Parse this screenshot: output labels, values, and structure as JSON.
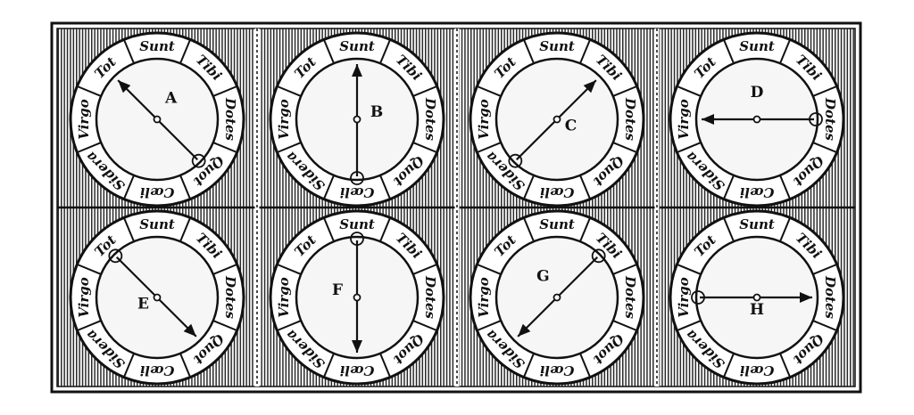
{
  "ring_words": [
    "Tot",
    "Sunt",
    "Tibi",
    "Dotes",
    "Quot",
    "Cœli",
    "Sidera",
    "Virgo"
  ],
  "dials": [
    {
      "letter": "A",
      "pointer_deg": -45,
      "arrow_at": "tip"
    },
    {
      "letter": "B",
      "pointer_deg": 0,
      "arrow_at": "tip"
    },
    {
      "letter": "C",
      "pointer_deg": 45,
      "arrow_at": "tip"
    },
    {
      "letter": "D",
      "pointer_deg": -90,
      "arrow_at": "tip"
    },
    {
      "letter": "E",
      "pointer_deg": 135,
      "arrow_at": "tip"
    },
    {
      "letter": "F",
      "pointer_deg": 180,
      "arrow_at": "tip"
    },
    {
      "letter": "G",
      "pointer_deg": 225,
      "arrow_at": "tip"
    },
    {
      "letter": "H",
      "pointer_deg": 90,
      "arrow_at": "tip"
    }
  ]
}
